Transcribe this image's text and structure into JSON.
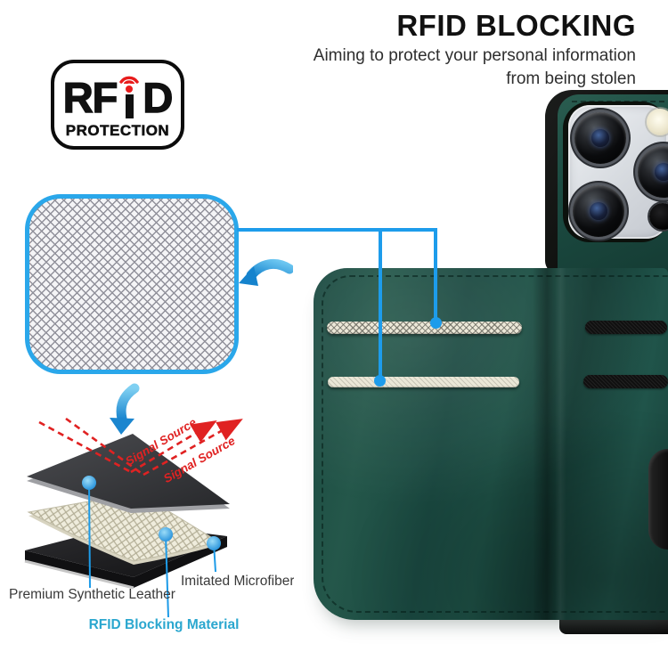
{
  "header": {
    "title": "RFID BLOCKING",
    "subtitle_line1": "Aiming to protect your personal information",
    "subtitle_line2": "from being stolen"
  },
  "badge": {
    "letters_left": "RF",
    "letter_right": "D",
    "caption": "PROTECTION"
  },
  "callouts": {
    "signal_source": "Signal Source",
    "layer_labels": {
      "leather": "Premium Synthetic Leather",
      "rfid": "RFID Blocking Material",
      "microfiber": "Imitated Microfiber"
    }
  },
  "colors": {
    "accent_blue": "#1d9ceb",
    "mesh_border_blue": "#2aa7ea",
    "signal_red": "#e02222",
    "badge_red": "#e81c1c",
    "rfid_label_teal": "#2ba7cf",
    "case_green": "#1d4b42"
  }
}
